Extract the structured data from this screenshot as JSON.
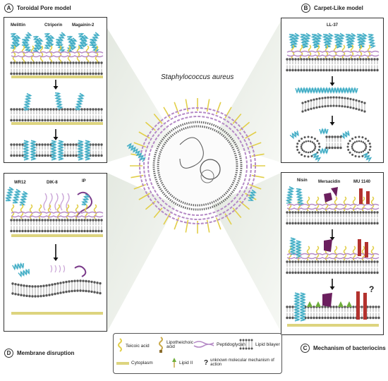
{
  "organism": "Staphylococcus aureus",
  "panels": {
    "A": {
      "letter": "A",
      "title": "Toroidal Pore model",
      "peptides": [
        "Melittin",
        "Ctriporin",
        "Magainin-2"
      ]
    },
    "B": {
      "letter": "B",
      "title": "Carpet-Like model",
      "peptides": [
        "LL-37"
      ]
    },
    "C": {
      "letter": "C",
      "title": "Mechanism of bacteriocins",
      "peptides": [
        "Nisin",
        "Mersacidin",
        "MU 1140"
      ]
    },
    "D": {
      "letter": "D",
      "title": "Membrane disruption",
      "peptides": [
        "WR12",
        "DIK-8",
        "IP"
      ]
    }
  },
  "question_mark": "?",
  "legend": {
    "items": [
      {
        "label": "Teicoic acid",
        "icon": "teichoic-acid-icon"
      },
      {
        "label": "Lipotheichoic acid",
        "icon": "lipoteichoic-acid-icon"
      },
      {
        "label": "Peptidoglycan",
        "icon": "peptidoglycan-icon"
      },
      {
        "label": "Lipid bilayer",
        "icon": "lipid-bilayer-icon"
      },
      {
        "label": "Cytoplasm",
        "icon": "cytoplasm-icon"
      },
      {
        "label": "Lipid II",
        "icon": "lipid-ii-icon"
      },
      {
        "label": "?",
        "icon": "question-icon"
      },
      {
        "label": "unknown molecular mechanism of action",
        "icon": ""
      }
    ]
  },
  "colors": {
    "teichoic": "#e2cf4a",
    "peptidoglycan": "#b58ac6",
    "lipid_head": "#555555",
    "cytoplasm": "#ddd47e",
    "helix_cyan": "#3aa9c2",
    "helix_light": "#9fd9e6",
    "mersacidin": "#6b1f5e",
    "mu1140": "#b3322e",
    "lipid_ii": "#6fae3c",
    "beam": "#dfe6dc"
  }
}
